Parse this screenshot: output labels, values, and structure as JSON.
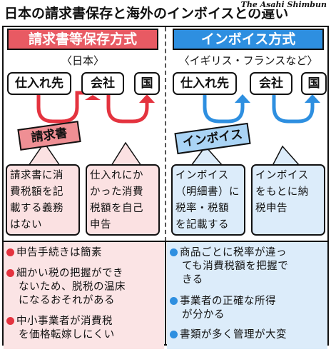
{
  "title": "日本の請求書保存と海外のインボイスとの違い",
  "credit": "The Asahi Shimbun",
  "left": {
    "header": "請求書等保存方式",
    "sub": "〈日本〉",
    "parties": [
      "仕入れ先",
      "会社",
      "国"
    ],
    "doc_tag": "請求書",
    "notes": [
      [
        "請求書に消",
        "費税額を記",
        "載する義務",
        "はない"
      ],
      [
        "仕入れにか",
        "かった消費",
        "税額を自己",
        "申告"
      ]
    ],
    "points": [
      [
        "申告手続きは簡素"
      ],
      [
        "細かい税の把握ができ",
        "ないため、脱税の温床",
        "になるおそれがある"
      ],
      [
        "中小事業者が消費税",
        "を価格転嫁しにくい"
      ]
    ]
  },
  "right": {
    "header": "インボイス方式",
    "sub": "〈イギリス・フランスなど〉",
    "parties": [
      "仕入れ先",
      "会社",
      "国"
    ],
    "doc_tag": "インボイス",
    "notes": [
      [
        "インボイス",
        "（明細書）に",
        "税率・税額",
        "を記載する"
      ],
      [
        "インボイス",
        "をもとに納",
        "税申告"
      ]
    ],
    "points": [
      [
        "商品ごとに税率が違っ",
        "ても消費税額を把握で",
        "きる"
      ],
      [
        "事業者の正確な所得",
        "が分かる"
      ],
      [
        "書類が多く管理が大変"
      ]
    ]
  },
  "colors": {
    "red_flow": "#e4333f",
    "blue_flow": "#2e8fe0",
    "red_header": "#e85a63",
    "blue_header": "#2e8fe0"
  }
}
